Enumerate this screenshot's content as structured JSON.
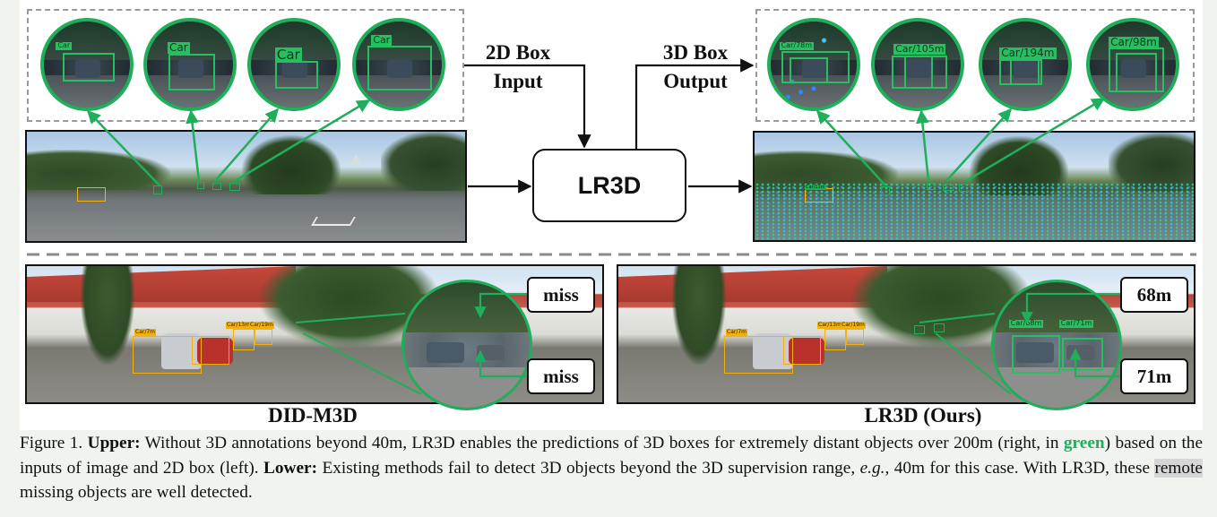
{
  "figure": {
    "input_label_line1": "2D Box",
    "input_label_line2": "Input",
    "output_label_line1": "3D Box",
    "output_label_line2": "Output",
    "center_module": "LR3D",
    "left_zoom_labels": [
      "Car",
      "Car",
      "Car",
      "Car"
    ],
    "right_zoom_labels": [
      "Car/78m",
      "Car/105m",
      "Car/194m",
      "Car/98m"
    ],
    "left_bottom_title": "DID-M3D",
    "right_bottom_title": "LR3D (Ours)",
    "left_miss_top": "miss",
    "left_miss_bottom": "miss",
    "right_dist_top": "68m",
    "right_dist_bottom": "71m",
    "right_zoom_small_labels": [
      "Car/68m",
      "Car/71m"
    ],
    "near_box_label": "Car/11m",
    "colors": {
      "green": "#1fae5a",
      "yellow": "#f2b10f"
    }
  },
  "caption": {
    "prefix": "Figure 1.",
    "upper_label": "Upper:",
    "upper_text_a": " Without 3D annotations beyond 40m, LR3D enables the predictions of 3D boxes for extremely distant objects over 200m (right, in ",
    "green_word": "green",
    "upper_text_b": ") based on the inputs of image and 2D box (left). ",
    "lower_label": "Lower:",
    "lower_text_a": " Existing methods fail to detect 3D objects beyond the 3D supervision range, ",
    "eg": "e.g.",
    "lower_text_b": ", 40m for this case. With LR3D, these ",
    "highlight_word": "remote",
    "lower_text_c": " missing objects are well detected."
  }
}
